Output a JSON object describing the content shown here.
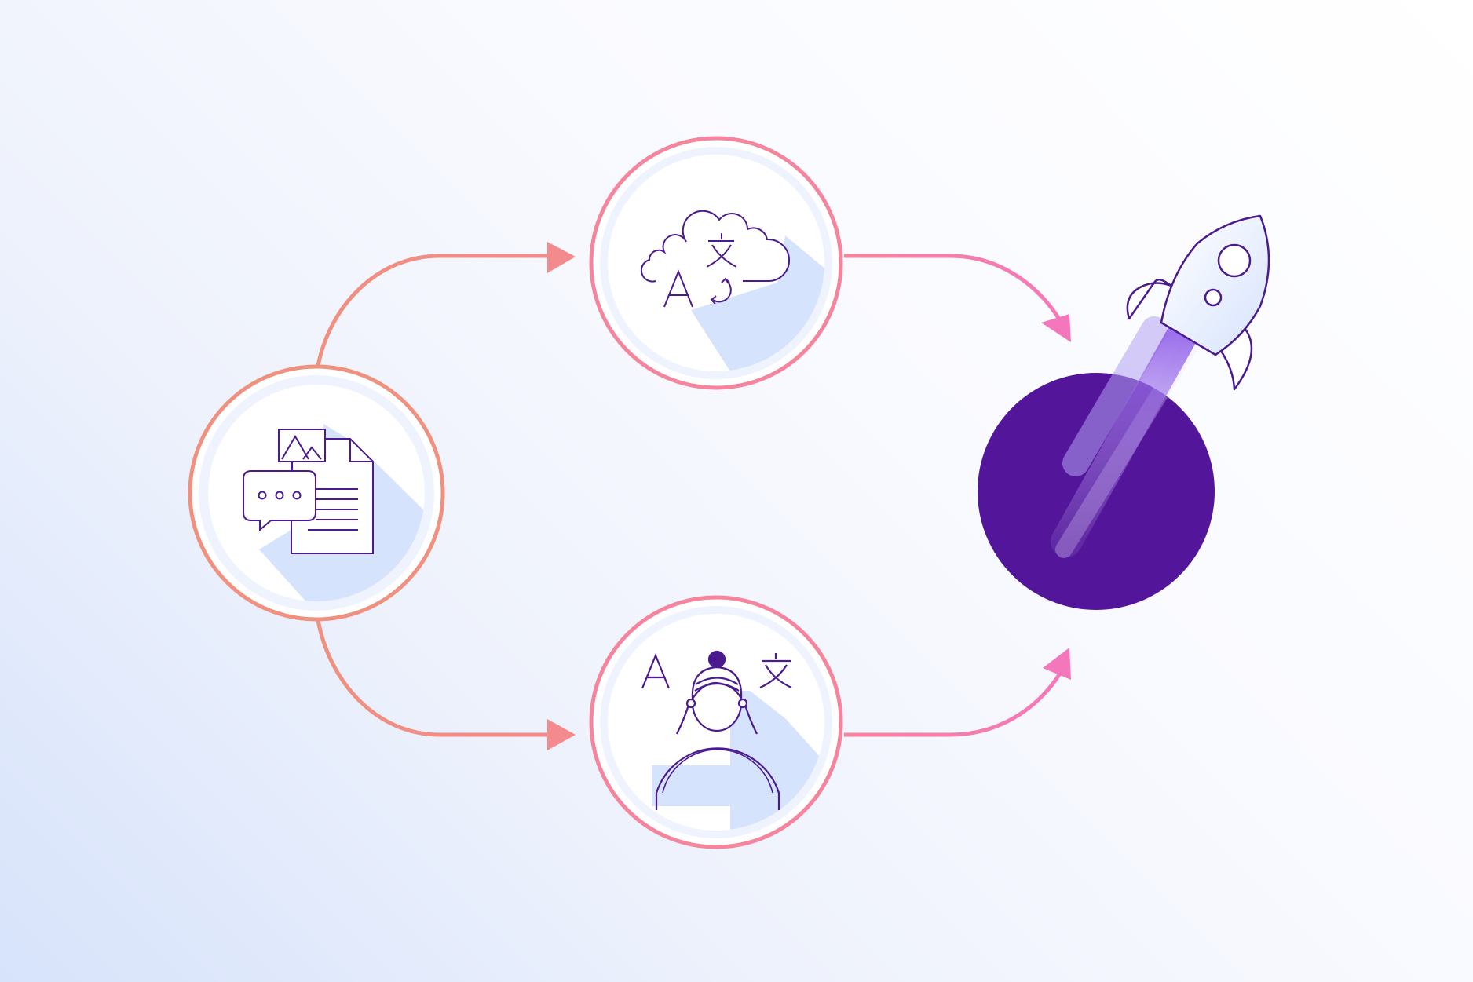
{
  "colors": {
    "background_light": "#ffffff",
    "background_tint": "#d7e3fb",
    "connector_start": "#f0917e",
    "connector_end": "#f57ab4",
    "icon_stroke": "#4b1a8f",
    "icon_fill": "#d6e3fd",
    "circle_inner": "#eef3fd",
    "planet": "#53169a",
    "rocket_flame": "#8e5ae8"
  },
  "nodes": [
    {
      "id": "source-content",
      "icon": "document-chat-image-icon",
      "ring_color": "#f0907f"
    },
    {
      "id": "machine-translation",
      "icon": "cloud-translate-icon",
      "glyphs": [
        "A",
        "文"
      ],
      "ring_color": "#f5849d"
    },
    {
      "id": "human-translation",
      "icon": "translator-person-icon",
      "glyphs": [
        "A",
        "文"
      ],
      "ring_color": "#f5849d"
    },
    {
      "id": "launch",
      "icon": "rocket-icon"
    }
  ],
  "edges": [
    {
      "from": "source-content",
      "to": "machine-translation"
    },
    {
      "from": "source-content",
      "to": "human-translation"
    },
    {
      "from": "machine-translation",
      "to": "launch"
    },
    {
      "from": "human-translation",
      "to": "launch"
    }
  ]
}
